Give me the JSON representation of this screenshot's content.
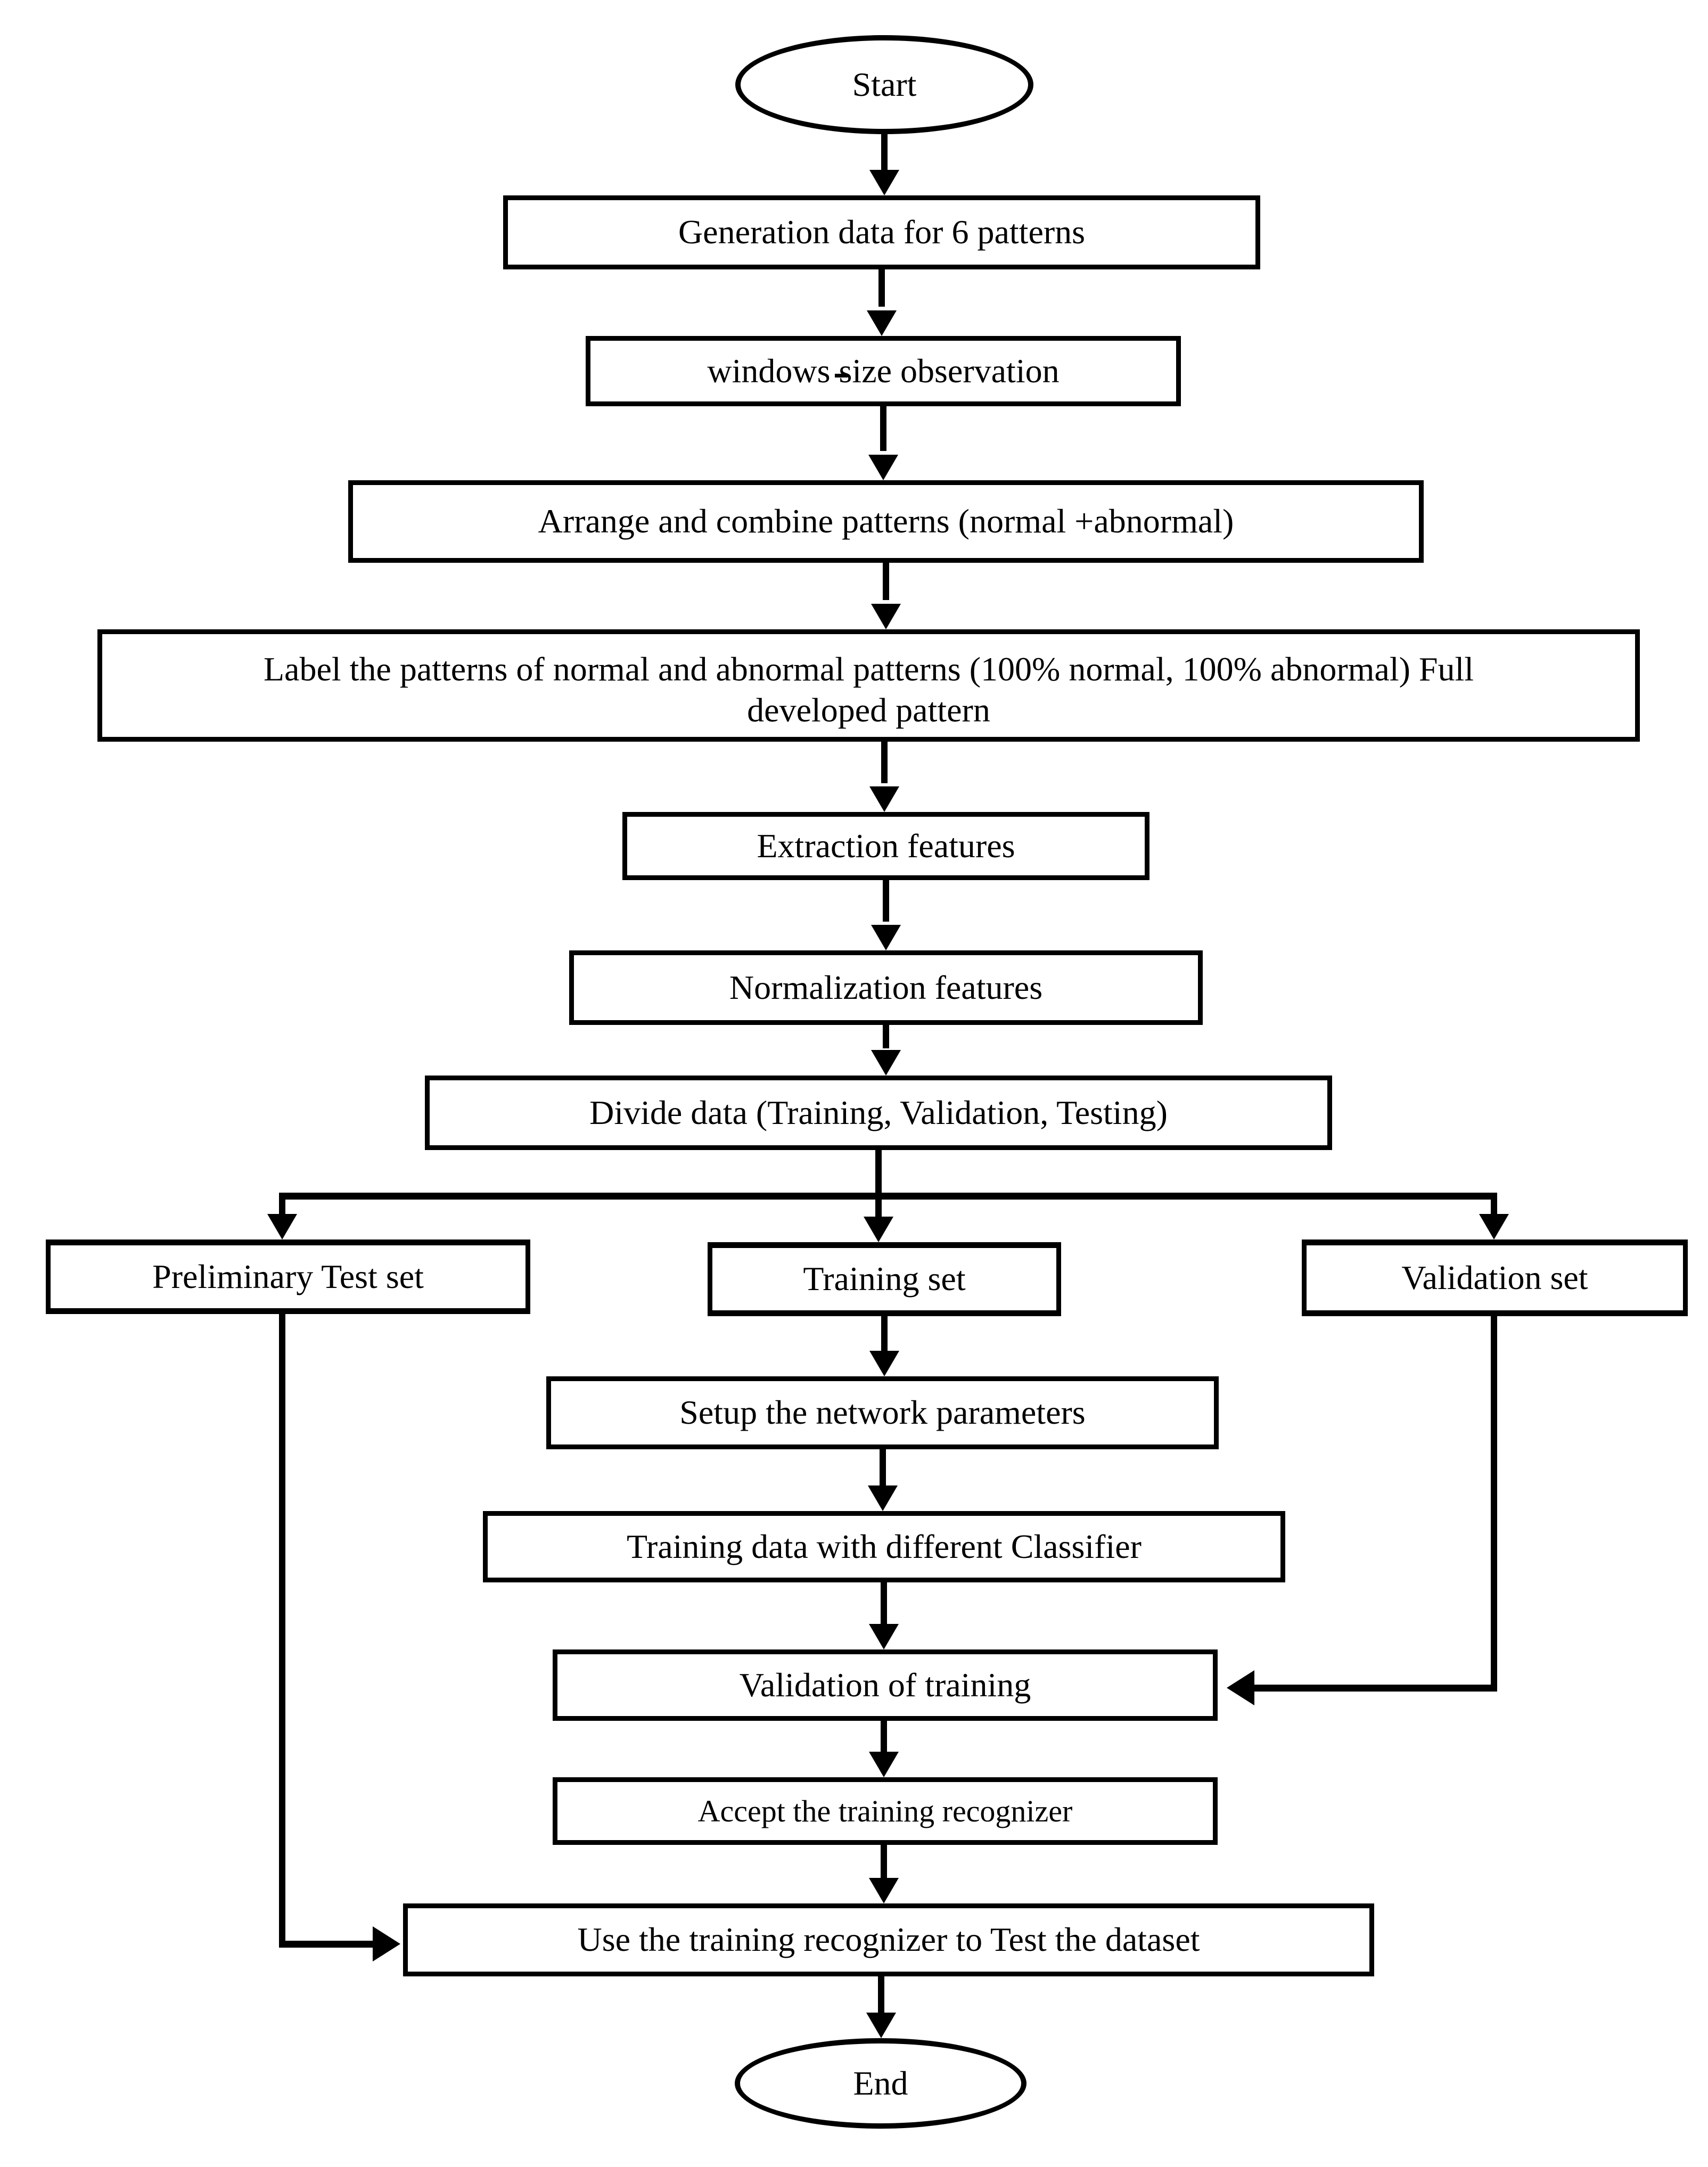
{
  "diagram": {
    "type": "flowchart",
    "background_color": "#ffffff",
    "stroke_color": "#000000",
    "nodes": {
      "start": {
        "label": "Start",
        "shape": "ellipse"
      },
      "generation": {
        "label": "Generation data for 6 patterns",
        "shape": "rect"
      },
      "windows": {
        "label": "windows size observation",
        "stray_mark": "-",
        "shape": "rect"
      },
      "arrange": {
        "label": "Arrange and combine patterns (normal +abnormal)",
        "shape": "rect"
      },
      "label_patterns": {
        "label": "Label the patterns of normal and abnormal patterns (100% normal, 100% abnormal) Full developed pattern",
        "lines": [
          "Label the patterns of normal and abnormal patterns (100% normal, 100% abnormal) Full",
          "developed pattern"
        ],
        "shape": "rect"
      },
      "extraction": {
        "label": "Extraction features",
        "shape": "rect"
      },
      "normalization": {
        "label": "Normalization features",
        "shape": "rect"
      },
      "divide": {
        "label": "Divide data (Training, Validation, Testing)",
        "shape": "rect"
      },
      "preliminary_test": {
        "label": "Preliminary Test set",
        "shape": "rect"
      },
      "training_set": {
        "label": "Training set",
        "shape": "rect"
      },
      "validation_set": {
        "label": "Validation set",
        "shape": "rect"
      },
      "setup_network": {
        "label": "Setup the network parameters",
        "shape": "rect"
      },
      "training_classifier": {
        "label": "Training data with different Classifier",
        "shape": "rect"
      },
      "validation_training": {
        "label": "Validation of training",
        "shape": "rect"
      },
      "accept_recognizer": {
        "label": "Accept the training recognizer",
        "shape": "rect"
      },
      "use_recognizer": {
        "label": "Use the training recognizer to Test the dataset",
        "shape": "rect"
      },
      "end": {
        "label": "End",
        "shape": "ellipse"
      }
    },
    "edges": [
      {
        "from": "start",
        "to": "generation"
      },
      {
        "from": "generation",
        "to": "windows"
      },
      {
        "from": "windows",
        "to": "arrange"
      },
      {
        "from": "arrange",
        "to": "label_patterns"
      },
      {
        "from": "label_patterns",
        "to": "extraction"
      },
      {
        "from": "extraction",
        "to": "normalization"
      },
      {
        "from": "normalization",
        "to": "divide"
      },
      {
        "from": "divide",
        "to": "preliminary_test"
      },
      {
        "from": "divide",
        "to": "training_set"
      },
      {
        "from": "divide",
        "to": "validation_set"
      },
      {
        "from": "training_set",
        "to": "setup_network"
      },
      {
        "from": "setup_network",
        "to": "training_classifier"
      },
      {
        "from": "training_classifier",
        "to": "validation_training"
      },
      {
        "from": "validation_set",
        "to": "validation_training"
      },
      {
        "from": "validation_training",
        "to": "accept_recognizer"
      },
      {
        "from": "accept_recognizer",
        "to": "use_recognizer"
      },
      {
        "from": "preliminary_test",
        "to": "use_recognizer"
      },
      {
        "from": "use_recognizer",
        "to": "end"
      }
    ]
  }
}
